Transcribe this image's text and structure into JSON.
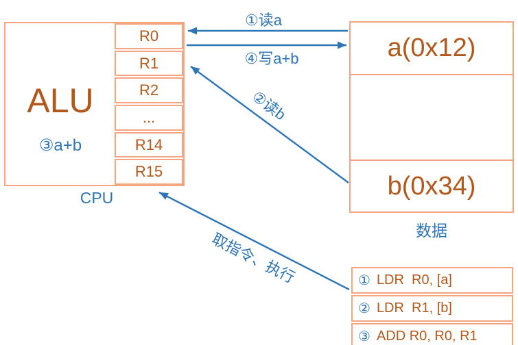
{
  "cpu": {
    "alu_label": "ALU",
    "alu_step": "③a+b",
    "caption": "CPU",
    "registers": [
      "R0",
      "R1",
      "R2",
      "...",
      "R14",
      "R15"
    ]
  },
  "memory": {
    "cells": [
      "a(0x12)",
      "",
      "b(0x34)"
    ],
    "caption": "数据"
  },
  "instructions": [
    {
      "num": "①",
      "code": "LDR  R0, [a]"
    },
    {
      "num": "②",
      "code": "LDR  R1, [b]"
    },
    {
      "num": "③",
      "code": "ADD R0, R0, R1"
    }
  ],
  "arrows": {
    "read_a": "①读a",
    "write_sum": "④写a+b",
    "read_b": "②读b",
    "fetch_execute": "取指令、执行"
  },
  "colors": {
    "box_border": "#F4A47E",
    "text_orange": "#B2581A",
    "accent_blue": "#2E75B6"
  }
}
